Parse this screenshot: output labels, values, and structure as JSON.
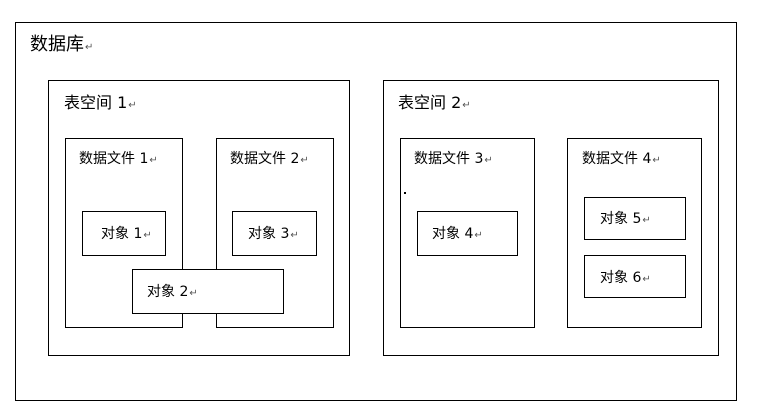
{
  "diagram": {
    "database": {
      "label": "数据库"
    },
    "return_mark": "↵",
    "tablespaces": [
      {
        "label": "表空间 1",
        "datafiles": [
          {
            "label": "数据文件 1"
          },
          {
            "label": "数据文件 2"
          }
        ],
        "objects": [
          {
            "label": "对象 1"
          },
          {
            "label": "对象 3"
          },
          {
            "label": "对象 2"
          }
        ]
      },
      {
        "label": "表空间 2",
        "datafiles": [
          {
            "label": "数据文件 3"
          },
          {
            "label": "数据文件 4"
          }
        ],
        "objects": [
          {
            "label": "对象 4"
          },
          {
            "label": "对象 5"
          },
          {
            "label": "对象 6"
          }
        ]
      }
    ]
  }
}
